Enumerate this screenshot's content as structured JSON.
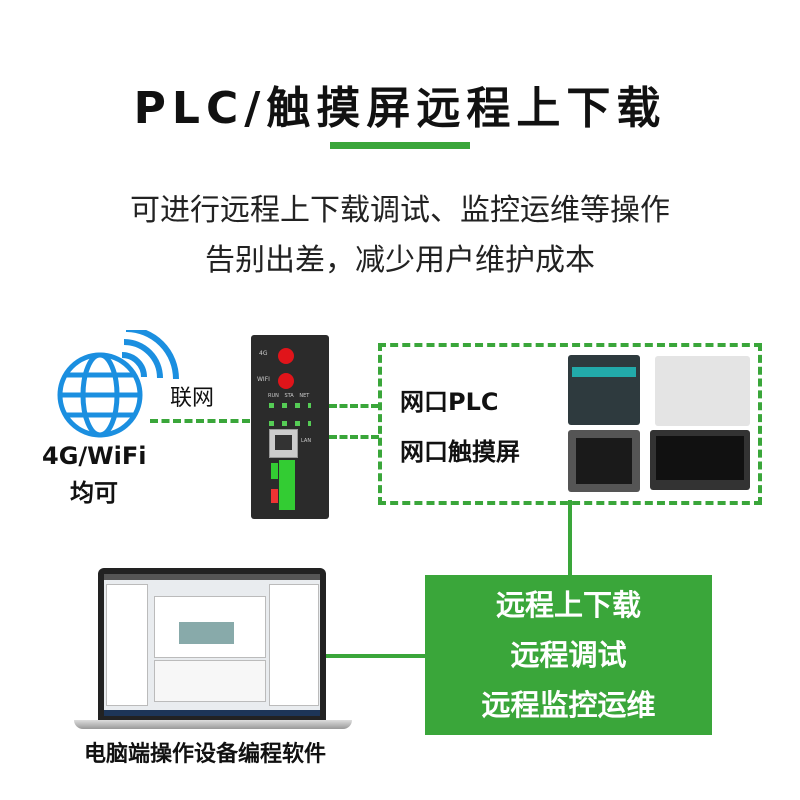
{
  "title": "PLC/触摸屏远程上下载",
  "subtitle": [
    "可进行远程上下载调试、监控运维等操作",
    "告别出差，减少用户维护成本"
  ],
  "network": {
    "link_label": "联网",
    "globe_label_1": "4G/WiFi",
    "globe_label_2": "均可"
  },
  "device": {
    "ant1": "4G",
    "ant2": "WIFI",
    "leds": [
      "RUN",
      "STA",
      "NET"
    ],
    "port": "LAN"
  },
  "targets": [
    "网口PLC",
    "网口触摸屏"
  ],
  "features": [
    "远程上下载",
    "远程调试",
    "远程监控运维"
  ],
  "laptop_caption": "电脑端操作设备编程软件",
  "colors": {
    "accent": "#3aa63a",
    "globe": "#1b8fe0"
  }
}
